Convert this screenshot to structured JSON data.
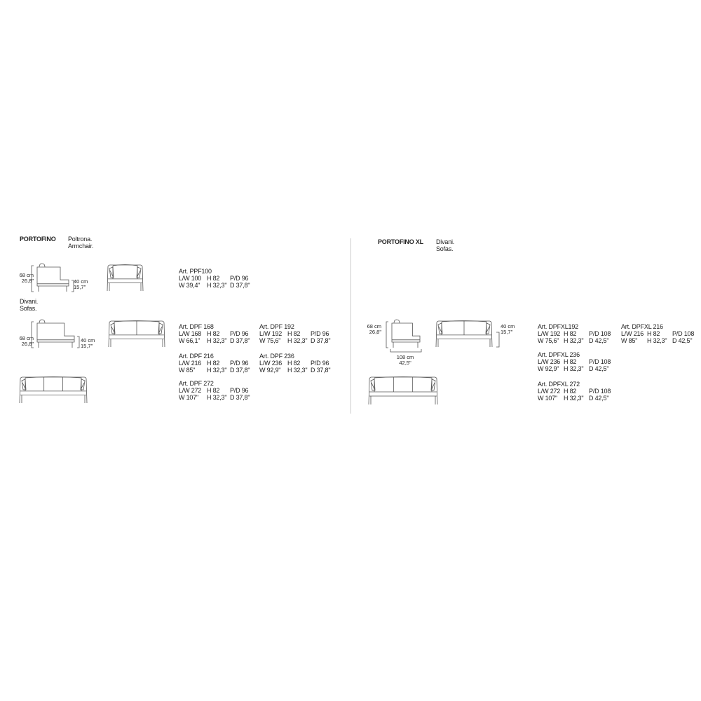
{
  "left": {
    "title": "PORTOFINO",
    "armchair_label_it": "Poltrona.",
    "armchair_label_en": "Armchair.",
    "sofa_label_it": "Divani.",
    "sofa_label_en": "Sofas.",
    "armchair_dims": {
      "height_cm": "68 cm",
      "height_in": "26,8\"",
      "seat_cm": "40 cm",
      "seat_in": "15,7\""
    },
    "sofa_dims": {
      "height_cm": "68 cm",
      "height_in": "26,8\"",
      "seat_cm": "40 cm",
      "seat_in": "15,7\""
    },
    "specs": [
      {
        "art": "Art. PPF100",
        "r1": [
          "L/W 100",
          "H 82",
          "P/D 96"
        ],
        "r2": [
          "W 39,4\"",
          "H 32,3\"",
          "D 37,8\""
        ]
      },
      {
        "art": "Art. DPF 168",
        "r1": [
          "L/W 168",
          "H 82",
          "P/D 96"
        ],
        "r2": [
          "W 66,1\"",
          "H 32,3\"",
          "D 37,8\""
        ]
      },
      {
        "art": "Art. DPF 192",
        "r1": [
          "L/W 192",
          "H 82",
          "P/D 96"
        ],
        "r2": [
          "W 75,6\"",
          "H 32,3\"",
          "D 37,8\""
        ]
      },
      {
        "art": "Art. DPF 216",
        "r1": [
          "L/W 216",
          "H 82",
          "P/D 96"
        ],
        "r2": [
          "W 85\"",
          "H 32,3\"",
          "D 37,8\""
        ]
      },
      {
        "art": "Art. DPF 236",
        "r1": [
          "L/W 236",
          "H 82",
          "P/D 96"
        ],
        "r2": [
          "W 92,9\"",
          "H 32,3\"",
          "D 37,8\""
        ]
      },
      {
        "art": "Art. DPF 272",
        "r1": [
          "L/W 272",
          "H 82",
          "P/D 96"
        ],
        "r2": [
          "W 107\"",
          "H 32,3\"",
          "D 37,8\""
        ]
      }
    ]
  },
  "right": {
    "title": "PORTOFINO XL",
    "sofa_label_it": "Divani.",
    "sofa_label_en": "Sofas.",
    "dims": {
      "height_cm": "68 cm",
      "height_in": "26,8\"",
      "seat_cm": "40 cm",
      "seat_in": "15,7\"",
      "depth_cm": "108 cm",
      "depth_in": "42,5\""
    },
    "specs": [
      {
        "art": "Art. DPFXL192",
        "r1": [
          "L/W 192",
          "H 82",
          "P/D 108"
        ],
        "r2": [
          "W 75,6\"",
          "H 32,3\"",
          "D 42,5\""
        ]
      },
      {
        "art": "Art. DPFXL 216",
        "r1": [
          "L/W 216",
          "H 82",
          "P/D 108"
        ],
        "r2": [
          "W 85\"",
          "H 32,3\"",
          "D 42,5\""
        ]
      },
      {
        "art": "Art. DPFXL 236",
        "r1": [
          "L/W 236",
          "H 82",
          "P/D 108"
        ],
        "r2": [
          "W 92,9\"",
          "H 32,3\"",
          "D 42,5\""
        ]
      },
      {
        "art": "Art. DPFXL 272",
        "r1": [
          "L/W 272",
          "H 82",
          "P/D 108"
        ],
        "r2": [
          "W 107\"",
          "H 32,3\"",
          "D 42,5\""
        ]
      }
    ]
  }
}
